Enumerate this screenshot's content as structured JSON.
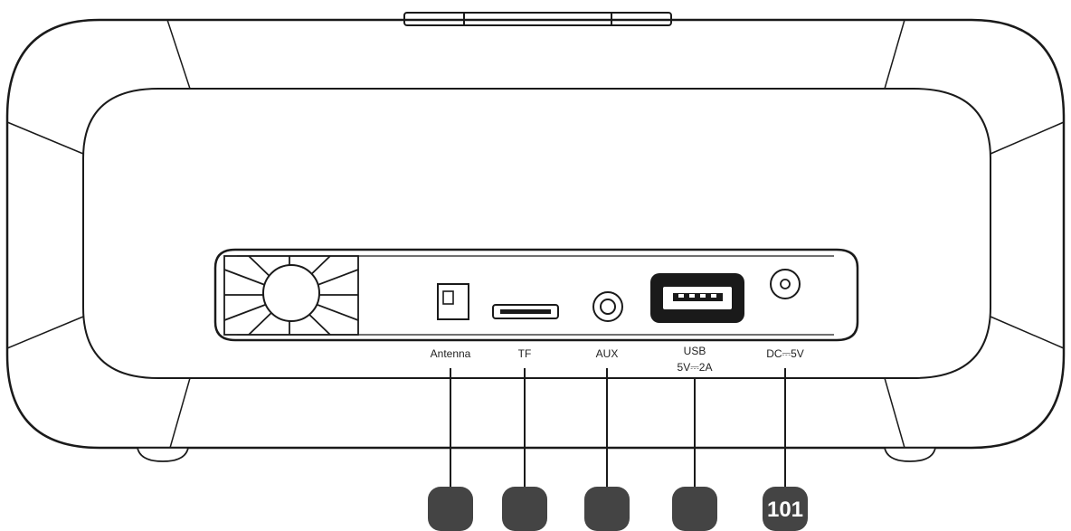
{
  "ports": [
    {
      "id": "antenna",
      "label": "Antenna",
      "label2": "",
      "callout": ""
    },
    {
      "id": "tf",
      "label": "TF",
      "label2": "",
      "callout": ""
    },
    {
      "id": "aux",
      "label": "AUX",
      "label2": "",
      "callout": ""
    },
    {
      "id": "usb",
      "label": "USB",
      "label2": "5V⎓2A",
      "callout": ""
    },
    {
      "id": "dc",
      "label": "DC⎓5V",
      "label2": "",
      "callout": "101"
    }
  ],
  "colors": {
    "outline": "#1a1a1a",
    "callout": "#444444",
    "background": "#ffffff"
  }
}
